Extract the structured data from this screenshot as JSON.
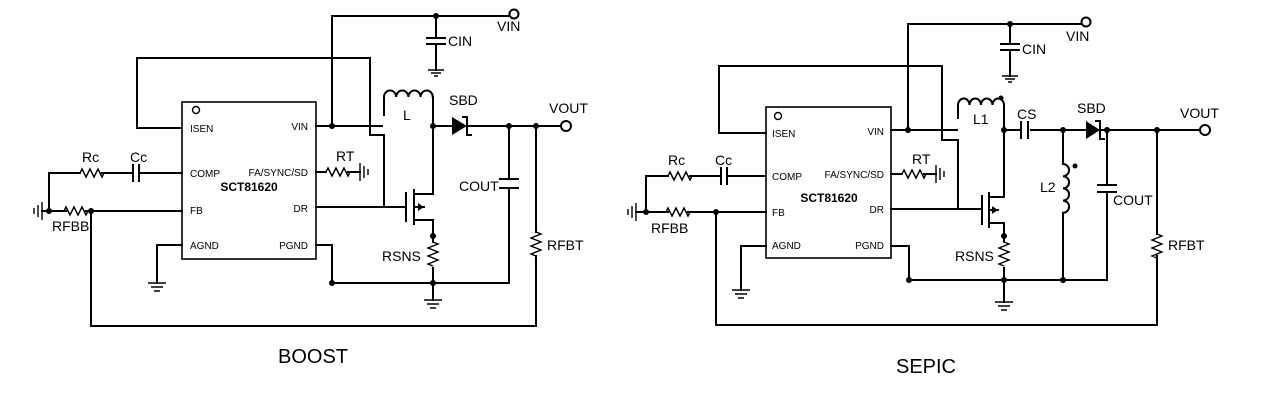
{
  "boost": {
    "caption": "BOOST",
    "chip": "SCT81620",
    "pins": {
      "isen": "ISEN",
      "vin": "VIN",
      "comp": "COMP",
      "fa": "FA/SYNC/SD",
      "fb": "FB",
      "dr": "DR",
      "agnd": "AGND",
      "pgnd": "PGND"
    },
    "labels": {
      "vin": "VIN",
      "cin": "CIN",
      "l": "L",
      "sbd": "SBD",
      "vout": "VOUT",
      "cout": "COUT",
      "rfbt": "RFBT",
      "rsns": "RSNS",
      "rt": "RT",
      "rc": "Rc",
      "cc": "Cc",
      "rfbb": "RFBB"
    }
  },
  "sepic": {
    "caption": "SEPIC",
    "chip": "SCT81620",
    "pins": {
      "isen": "ISEN",
      "vin": "VIN",
      "comp": "COMP",
      "fa": "FA/SYNC/SD",
      "fb": "FB",
      "dr": "DR",
      "agnd": "AGND",
      "pgnd": "PGND"
    },
    "labels": {
      "vin": "VIN",
      "cin": "CIN",
      "l1": "L1",
      "cs": "CS",
      "sbd": "SBD",
      "vout": "VOUT",
      "l2": "L2",
      "cout": "COUT",
      "rfbt": "RFBT",
      "rsns": "RSNS",
      "rt": "RT",
      "rc": "Rc",
      "cc": "Cc",
      "rfbb": "RFBB"
    }
  }
}
